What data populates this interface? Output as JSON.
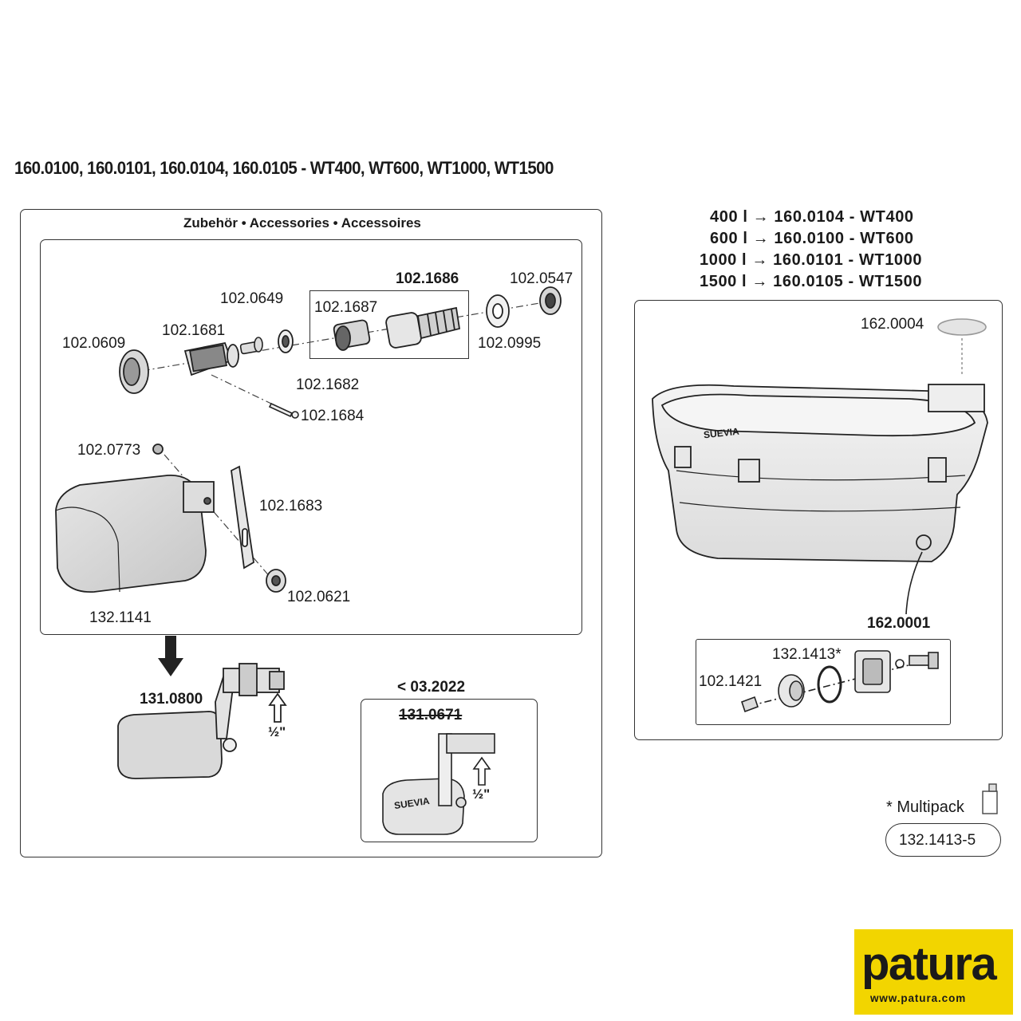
{
  "title": "160.0100, 160.0101, 160.0104, 160.0105 - WT400, WT600, WT1000, WT1500",
  "accessories_heading": "Zubehör • Accessories • Accessoires",
  "parts": {
    "p0609": "102.0609",
    "p1681": "102.1681",
    "p0649": "102.0649",
    "p1686": "102.1686",
    "p1687": "102.1687",
    "p0547": "102.0547",
    "p0995": "102.0995",
    "p1682": "102.1682",
    "p1684": "102.1684",
    "p0773": "102.0773",
    "p1683": "102.1683",
    "p0621": "102.0621",
    "p1141": "132.1141",
    "p0800": "131.0800",
    "p0671": "131.0671",
    "p0004": "162.0004",
    "p0001": "162.0001",
    "p1413": "132.1413*",
    "p1421": "102.1421"
  },
  "half_inch_1": "½\"",
  "half_inch_2": "½\"",
  "old_version_date": "< 03.2022",
  "volume_map": [
    "400 l → 160.0104 - WT400",
    "600 l → 160.0100 - WT600",
    "1000 l → 160.0101 - WT1000",
    "1500 l → 160.0105 - WT1500"
  ],
  "brand_on_trough": "SUEVIA",
  "brand_on_float": "SUEVIA",
  "multipack_label": "* Multipack",
  "multipack_code": "132.1413-5",
  "logo": {
    "word": "patura",
    "url": "www.patura.com",
    "bg_color": "#f2d500",
    "leaf_color": "#3a9a35"
  }
}
